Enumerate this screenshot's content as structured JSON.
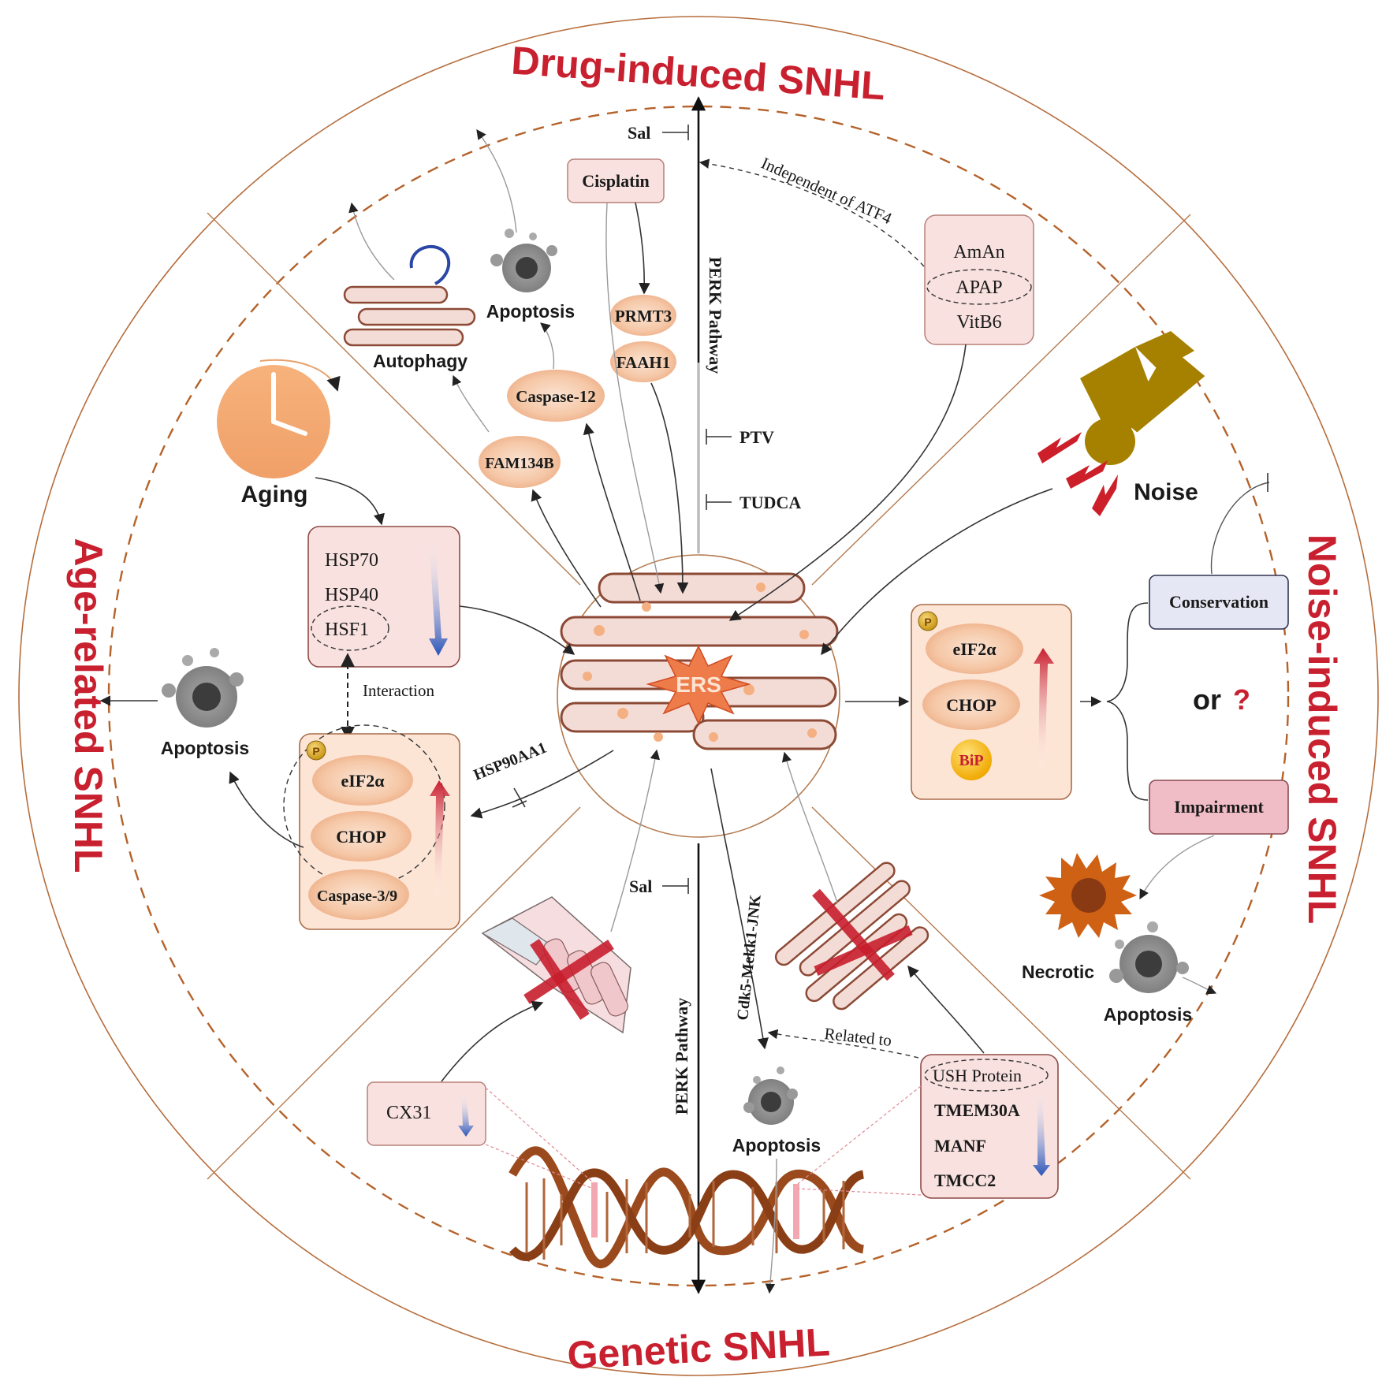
{
  "sectors": {
    "drug": "Drug-induced SNHL",
    "noise": "Noise-induced SNHL",
    "genetic": "Genetic SNHL",
    "age": "Age-related SNHL"
  },
  "center": {
    "label": "ERS"
  },
  "drug": {
    "cisplatin": "Cisplatin",
    "prmt3": "PRMT3",
    "faah1": "FAAH1",
    "caspase12": "Caspase-12",
    "fam134b": "FAM134B",
    "apoptosis": "Apoptosis",
    "autophagy": "Autophagy",
    "perk_pathway": "PERK Pathway",
    "sal": "Sal",
    "ptv": "PTV",
    "tudca": "TUDCA",
    "independent": "Independent of ATF4",
    "compounds": [
      "AmAn",
      "APAP",
      "VitB6"
    ]
  },
  "age": {
    "aging": "Aging",
    "hsp": [
      "HSP70",
      "HSP40",
      "HSF1"
    ],
    "interaction": "Interaction",
    "apoptosis": "Apoptosis",
    "hsp90": "HSP90AA1",
    "phos": "P",
    "markers": [
      "eIF2α",
      "CHOP",
      "Caspase-3/9"
    ]
  },
  "noise": {
    "noise": "Noise",
    "phos": "P",
    "markers": [
      "eIF2α",
      "CHOP",
      "BiP"
    ],
    "conservation": "Conservation",
    "or": "or",
    "question": "?",
    "impairment": "Impairment",
    "necrotic": "Necrotic",
    "apoptosis": "Apoptosis"
  },
  "genetic": {
    "sal": "Sal",
    "perk_pathway": "PERK Pathway",
    "cdk": "Cdk5-Mekk1-JNK",
    "related": "Related to",
    "apoptosis": "Apoptosis",
    "cx31": "CX31",
    "proteins": [
      "USH Protein",
      "TMEM30A",
      "MANF",
      "TMCC2"
    ]
  }
}
